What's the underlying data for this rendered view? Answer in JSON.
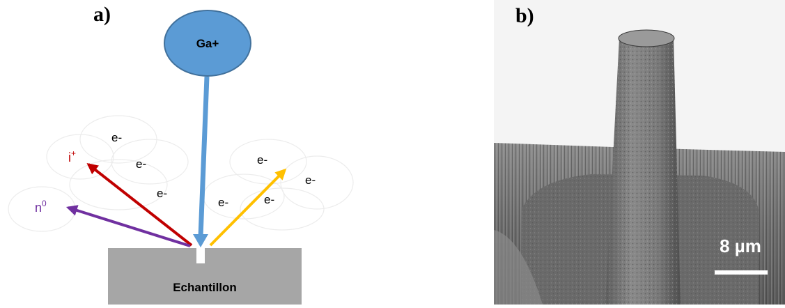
{
  "panel_a": {
    "label": "a)",
    "ion_source": "Ga+",
    "sample": "Echantillon",
    "ion_species": "i",
    "ion_charge": "+",
    "neutral_species": "n",
    "neutral_charge": "0",
    "electrons": [
      "e-",
      "e-",
      "e-",
      "e-",
      "e-",
      "e-",
      "e-"
    ],
    "colors": {
      "source_fill": "#5b9bd5",
      "source_stroke": "#41719c",
      "beam": "#5b9bd5",
      "ion_arrow": "#c00000",
      "neutral_arrow": "#7030a0",
      "electron_arrow": "#ffc000",
      "sample": "#a6a6a6"
    }
  },
  "panel_b": {
    "label": "b)",
    "scale_bar": "8 µm"
  }
}
